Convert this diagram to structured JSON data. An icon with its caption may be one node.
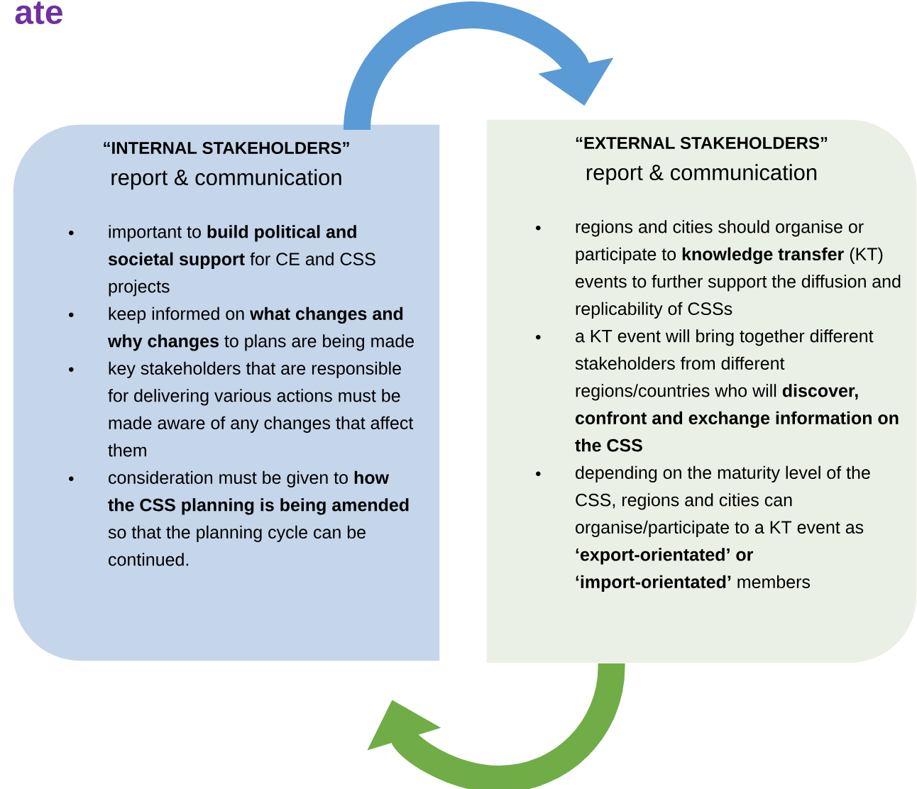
{
  "diagram": {
    "nodes": [
      {
        "text": [
          "“INTERNAL STAKEHOLDERS”",
          "report & communication",
          "important to **build political and societal support** for CE and CSS projects",
          "keep informed on **what changes and why changes** to plans are being made",
          "key stakeholders that are responsible for delivering various actions must be made aware of any changes that affect them",
          "consideration must be given to **how the CSS planning is being amended** so that the planning cycle can be continued."
        ]
      },
      {
        "text": [
          "“EXTERNAL STAKEHOLDERS”",
          "report & communication",
          "regions and cities should organise or participate to **knowledge transfer** (KT) events to further support the diffusion and replicability of CSSs",
          "a KT event will bring together different stakeholders from different regions/countries who will **discover, confront and exchange information on the CSS**",
          "depending on the maturity level of the CSS, regions and cities can organise/participate to a KT event as **‘export-orientated’ or ‘import-orientated’** members"
        ]
      }
    ],
    "edges": [
      {
        "from": 0,
        "to": 1,
        "arrow": "to",
        "color": "#5b9bd5"
      },
      {
        "from": 1,
        "to": 0,
        "arrow": "to",
        "color": "#70ad47"
      }
    ],
    "labels": [
      "ate"
    ]
  }
}
